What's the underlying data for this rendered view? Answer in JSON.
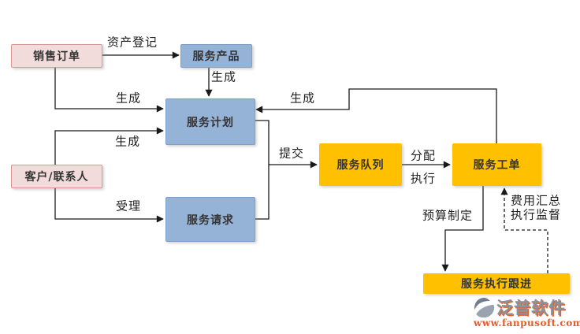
{
  "diagram": {
    "nodes": {
      "sales_order": {
        "label": "销售订单",
        "type": "pink"
      },
      "service_product": {
        "label": "服务产品",
        "type": "blue"
      },
      "service_plan": {
        "label": "服务计划",
        "type": "blue"
      },
      "customer_contact": {
        "label": "客户/联系人",
        "type": "pink"
      },
      "service_request": {
        "label": "服务请求",
        "type": "blue"
      },
      "service_queue": {
        "label": "服务队列",
        "type": "orange"
      },
      "service_work_order": {
        "label": "服务工单",
        "type": "orange"
      },
      "service_follow_up": {
        "label": "服务执行跟进",
        "type": "orange"
      }
    },
    "edge_labels": {
      "asset_registration": "资产登记",
      "generate_product_to_plan": "生成",
      "generate_order_to_plan": "生成",
      "generate_workorder_to_plan": "生成",
      "generate_customer_to_plan": "生成",
      "accept": "受理",
      "submit": "提交",
      "assign": "分配",
      "execute": "执行",
      "budget_planning": "预算制定",
      "cost_summary": "费用汇总",
      "execution_supervision": "执行监督"
    },
    "colors": {
      "pink_fill": "#F2DCDB",
      "pink_border": "#D99795",
      "blue_fill": "#95B3D7",
      "blue_border": "#7CA0CC",
      "orange_fill": "#FFC000",
      "line": "#1A1A1A",
      "label_text": "#1F1F1F",
      "node_text": "#333333"
    }
  },
  "branding": {
    "company_name": "泛普软件",
    "website": "www.fanpusoft.com"
  }
}
